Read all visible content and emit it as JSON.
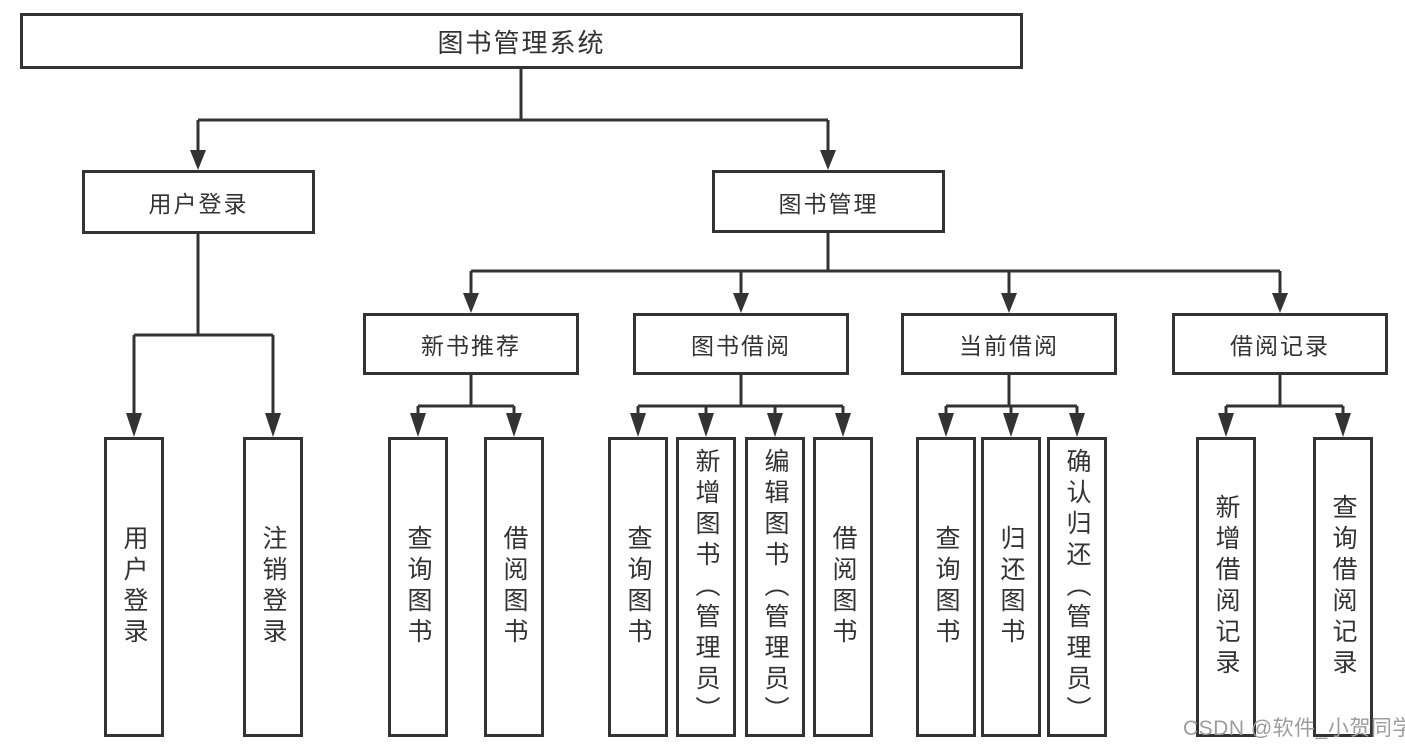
{
  "diagram": {
    "root": {
      "label": "图书管理系统"
    },
    "branches": [
      {
        "label": "用户登录",
        "children": [
          {
            "label": "用户登录"
          },
          {
            "label": "注销登录"
          }
        ]
      },
      {
        "label": "图书管理",
        "children": [
          {
            "label": "新书推荐",
            "children": [
              {
                "label": "查询图书"
              },
              {
                "label": "借阅图书"
              }
            ]
          },
          {
            "label": "图书借阅",
            "children": [
              {
                "label": "查询图书"
              },
              {
                "label": "新增图书（管理员）"
              },
              {
                "label": "编辑图书（管理员）"
              },
              {
                "label": "借阅图书"
              }
            ]
          },
          {
            "label": "当前借阅",
            "children": [
              {
                "label": "查询图书"
              },
              {
                "label": "归还图书"
              },
              {
                "label": "确认归还（管理员）"
              }
            ]
          },
          {
            "label": "借阅记录",
            "children": [
              {
                "label": "新增借阅记录"
              },
              {
                "label": "查询借阅记录"
              }
            ]
          }
        ]
      }
    ]
  },
  "watermark": {
    "text": "CSDN @软件_小贺同学"
  },
  "colors": {
    "line": "#333333",
    "text": "#333333",
    "watermark": "#9d9d9d",
    "background": "#ffffff"
  }
}
